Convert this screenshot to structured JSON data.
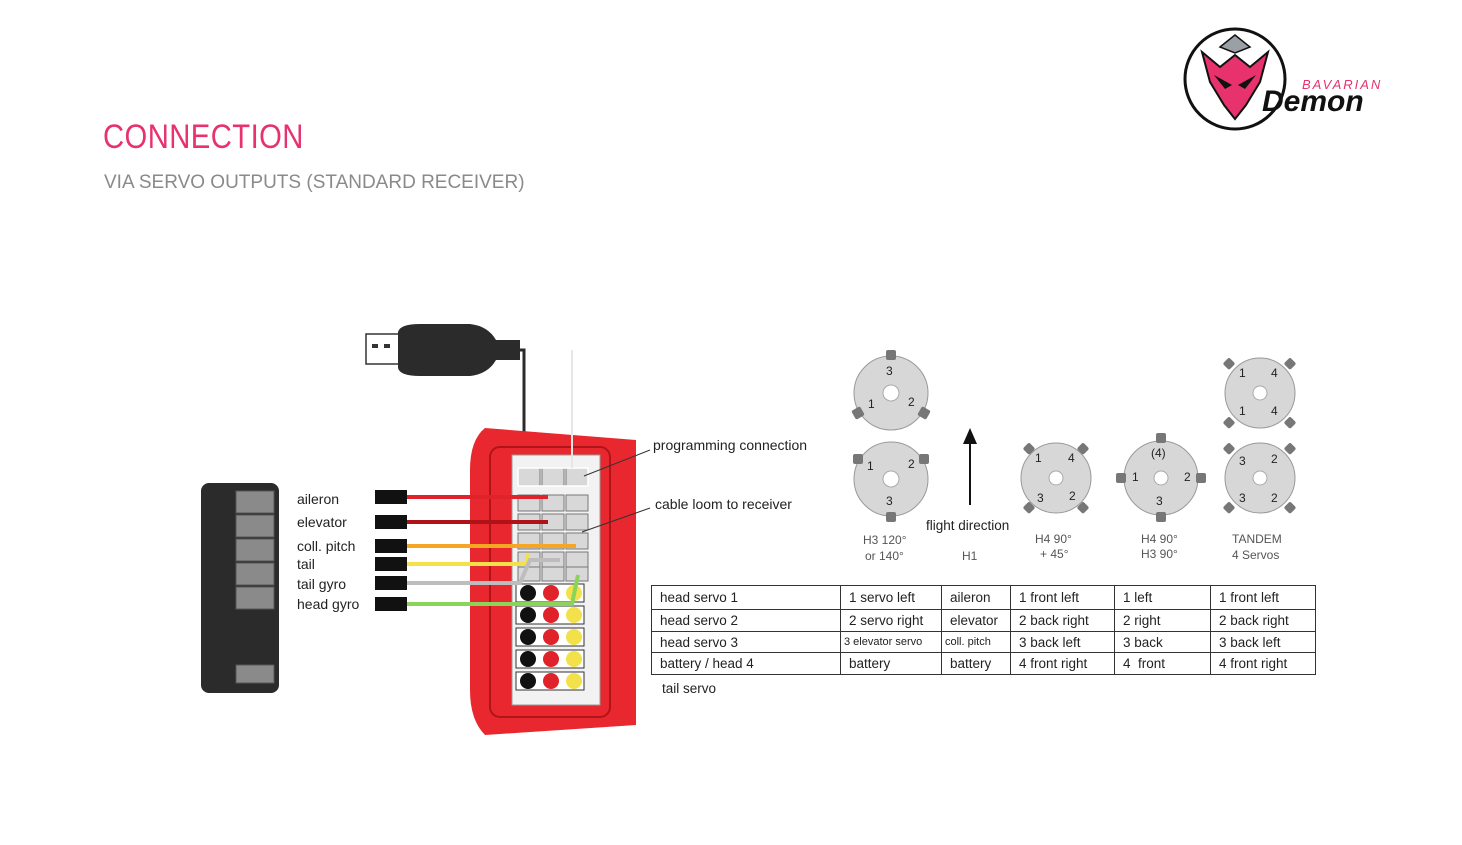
{
  "header": {
    "title": "CONNECTION",
    "subtitle": "VIA SERVO OUTPUTS (STANDARD RECEIVER)"
  },
  "logo": {
    "brand_top": "BAVARIAN",
    "brand_main": "Demon",
    "colors": {
      "accent": "#e8326e",
      "dark": "#111111"
    }
  },
  "wiring": {
    "receiver_channels": [
      "aileron",
      "elevator",
      "coll. pitch",
      "tail",
      "tail gyro",
      "head gyro"
    ],
    "callouts": {
      "programming": "programming connection",
      "cable_loom": "cable loom to receiver"
    },
    "wire_colors": {
      "aileron": "#e0222a",
      "elevator": "#b0121a",
      "coll_pitch": "#f5a623",
      "tail": "#f2e14a",
      "tail_gyro": "#bdbdbd",
      "head_gyro": "#8bd45a"
    },
    "device_color": "#e8282e"
  },
  "swashplates": {
    "h3_120": {
      "numbers_top": [
        "3",
        "1",
        "2"
      ],
      "numbers_bottom": [
        "1",
        "2",
        "3"
      ],
      "caption_1": "H3 120°",
      "caption_2": "or 140°"
    },
    "h1": {
      "arrow_label": "flight direction",
      "caption": "H1"
    },
    "h4_45": {
      "numbers": [
        "1",
        "4",
        "3",
        "2"
      ],
      "caption_1": "H4 90°",
      "caption_2": "+ 45°"
    },
    "h4_90": {
      "numbers": [
        "(4)",
        "1",
        "2",
        "3"
      ],
      "caption_1": "H4 90°",
      "caption_2": "H3 90°"
    },
    "tandem": {
      "numbers_top": [
        "1",
        "4",
        "1",
        "4"
      ],
      "numbers_bottom": [
        "3",
        "2",
        "3",
        "2"
      ],
      "caption_1": "TANDEM",
      "caption_2": "4 Servos"
    }
  },
  "table": {
    "rows": [
      [
        "head servo 1",
        "1 servo left",
        "aileron",
        "1 front left",
        "1 left",
        "1 front left"
      ],
      [
        "head servo 2",
        "2 servo right",
        "elevator",
        "2 back right",
        "2 right",
        "2 back right"
      ],
      [
        "head servo 3",
        "3 elevator servo",
        "coll. pitch",
        "3 back left",
        "3 back",
        "3 back left"
      ],
      [
        "battery / head 4",
        "battery",
        "battery",
        "4 front right",
        "4  front",
        "4 front right"
      ]
    ],
    "footer": "tail servo"
  }
}
